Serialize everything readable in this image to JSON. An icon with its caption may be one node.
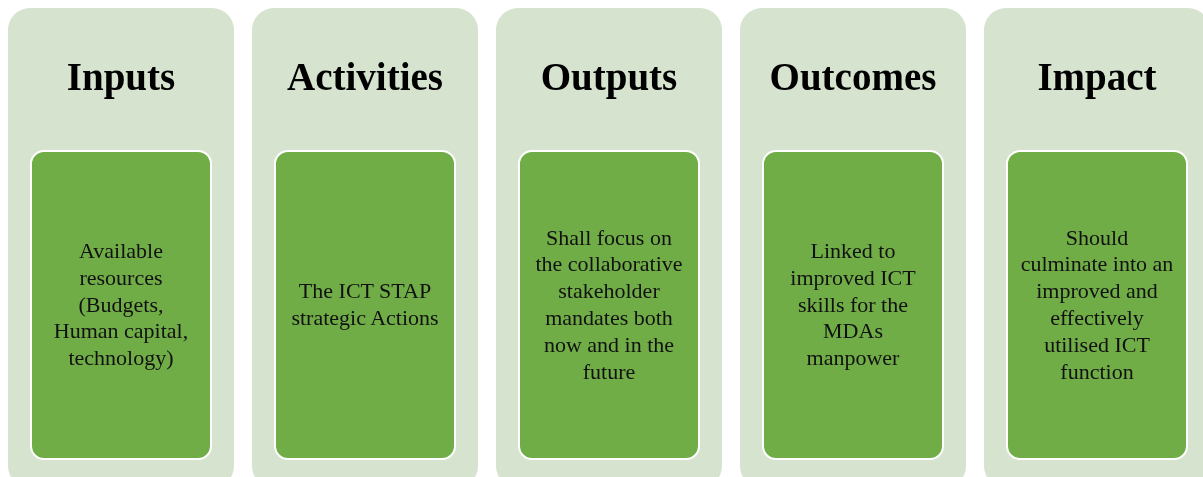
{
  "diagram": {
    "nodes": [
      {
        "text": [
          "Inputs"
        ]
      },
      {
        "text": [
          "Available resources (Budgets, Human capital, technology)"
        ],
        "in": 0
      },
      {
        "text": [
          "Activities"
        ]
      },
      {
        "text": [
          "The ICT STAP strategic Actions"
        ],
        "in": 2
      },
      {
        "text": [
          "Outputs"
        ]
      },
      {
        "text": [
          "Shall focus on the collaborative stakeholder mandates both now and in the future"
        ],
        "in": 4
      },
      {
        "text": [
          "Outcomes"
        ]
      },
      {
        "text": [
          "Linked to improved ICT skills for the MDAs manpower"
        ],
        "in": 6
      },
      {
        "text": [
          "Impact"
        ]
      },
      {
        "text": [
          "Should culminate into an improved and effectively utilised ICT function"
        ],
        "in": 8
      }
    ],
    "edges": []
  }
}
